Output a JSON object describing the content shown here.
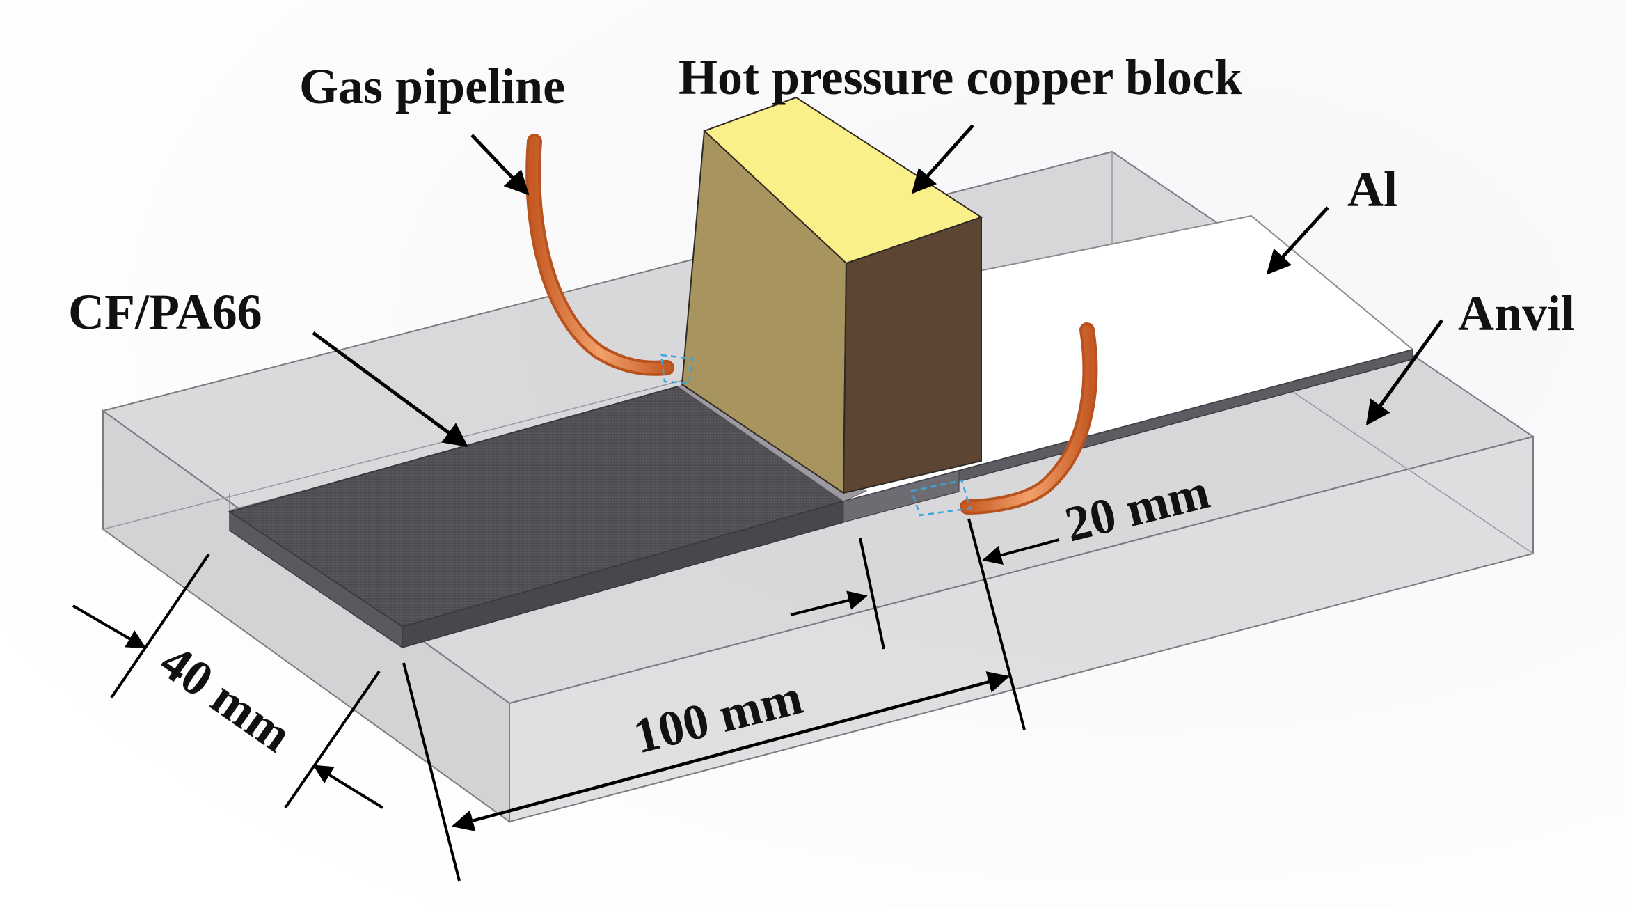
{
  "labels": {
    "gas_pipeline": "Gas pipeline",
    "copper_block": "Hot pressure copper block",
    "al": "Al",
    "cf_pa66": "CF/PA66",
    "anvil": "Anvil",
    "dim_20": "20 mm",
    "dim_40": "40 mm",
    "dim_100": "100 mm"
  },
  "colors": {
    "anvil_fill": "#b9b7bb",
    "cf_fill": "#4f4e52",
    "al_fill": "#ffffff",
    "block_top": "#faf08a",
    "block_front": "#a8945e",
    "block_side": "#5c4532",
    "pipe": "#e8834a",
    "nozzle_dash": "#3aa6d8"
  }
}
